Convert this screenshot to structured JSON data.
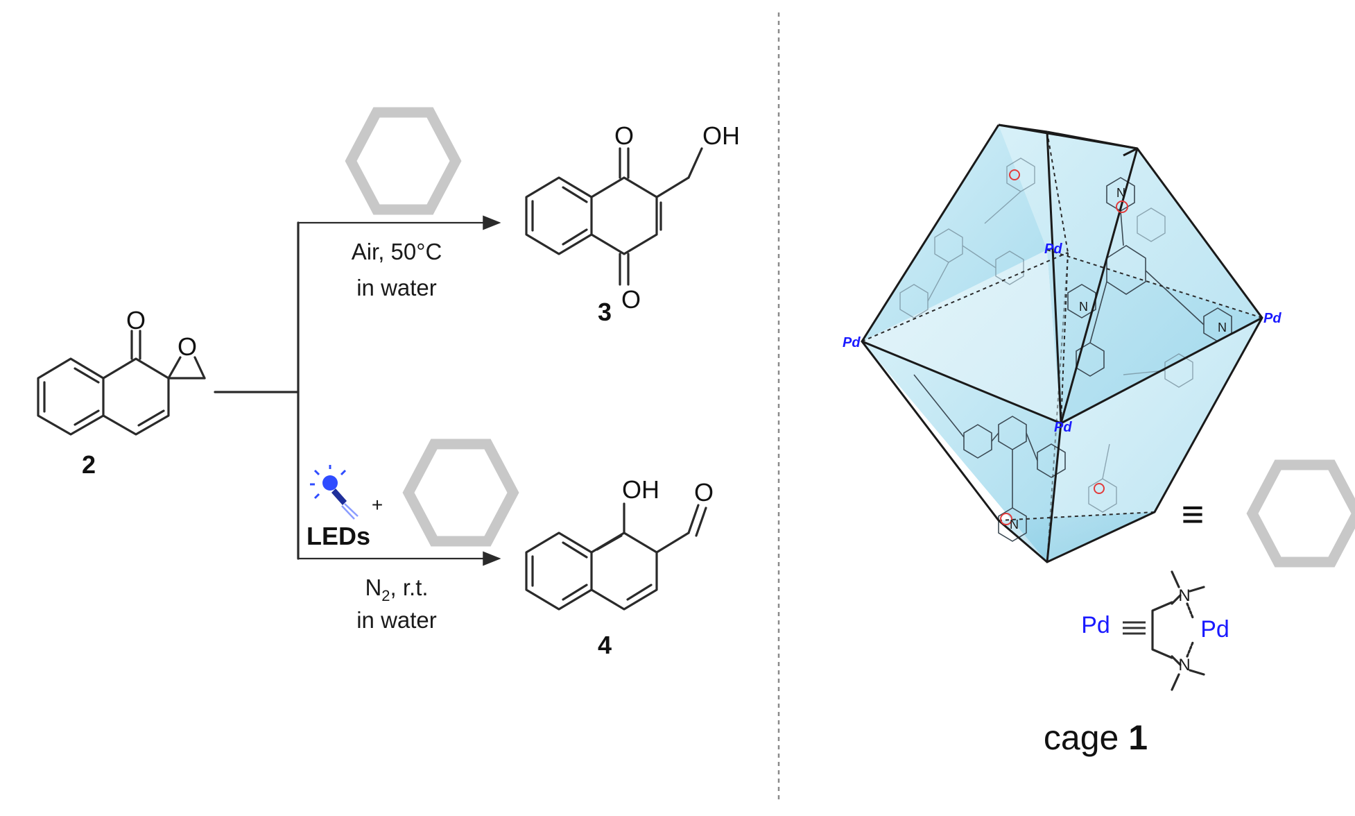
{
  "colors": {
    "bond": "#2a2a2a",
    "guest_hexagon": "#c8c8c8",
    "cage_face": "#bfe6f3",
    "cage_face_dark": "#8fd0e6",
    "pd_label": "#1a1aff",
    "cation_marker": "#e23b3b",
    "divider": "#8a8a8a"
  },
  "icons": {
    "guest": "hexagon-outline-icon",
    "led": "blue-led-icon",
    "cation": "positive-charge-icon",
    "equivalence": "triple-bar-icon"
  },
  "compound_2": {
    "label": "2",
    "atoms": {
      "ketone_o": "O",
      "epoxide_o": "O"
    }
  },
  "top_pathway": {
    "conditions_line1": "Air, 50°C",
    "conditions_line2": "in water"
  },
  "bottom_pathway": {
    "light_label": "LEDs",
    "plus": "+",
    "conditions_n": "N",
    "conditions_n_sub": "2",
    "conditions_rest": ", r.t.",
    "conditions_line2": "in water"
  },
  "compound_3": {
    "label": "3",
    "atoms": {
      "o_top": "O",
      "oh": "OH",
      "o_bottom": "O"
    }
  },
  "compound_4": {
    "label": "4",
    "atoms": {
      "oh": "OH",
      "o_aldehyde": "O"
    }
  },
  "cage": {
    "pd_left": "Pd",
    "pd_center_top": "Pd",
    "pd_right": "Pd",
    "pd_center_bottom": "Pd",
    "nitrogen": "N",
    "equivalence": "≡",
    "legend_pd": "Pd",
    "legend_pd_ring": "Pd",
    "legend_n": "N",
    "caption_prefix": "cage ",
    "caption_number": "1"
  }
}
